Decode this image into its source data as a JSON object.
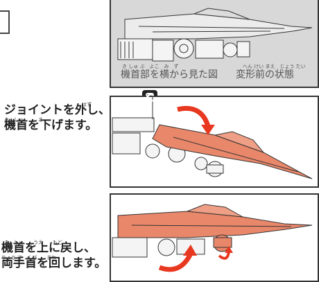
{
  "top_panel": {
    "caption_left": "機首部を横から見た図",
    "caption_left_ruby": [
      "き",
      "しゅ",
      "ぶ",
      "よこ",
      "み",
      "ず"
    ],
    "caption_right": "変形前の状態",
    "caption_right_ruby": [
      "へん",
      "けい",
      "まえ",
      "じょう",
      "たい"
    ]
  },
  "step1": {
    "line1": "ジョイントを外し、",
    "line2": "機首を下げます。",
    "ruby_line1": "はず",
    "ruby_line2": [
      "き",
      "しゅ",
      "さ"
    ],
    "badge": "C"
  },
  "step2": {
    "line1": "機首を上に戻し、",
    "line2": "両手首を回します。",
    "ruby_line1": [
      "き",
      "しゅ",
      "うえ",
      "もど"
    ],
    "ruby_line2": [
      "りょう",
      "て",
      "くび",
      "まわ"
    ]
  },
  "colors": {
    "highlight": "#e8876a",
    "arrow": "#e83820",
    "line": "#333333",
    "background_gray": "#d8d8d8"
  }
}
